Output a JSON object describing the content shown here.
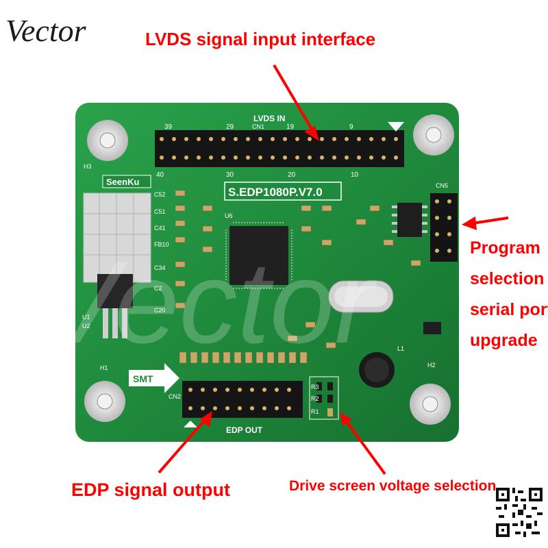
{
  "brand": "Vector",
  "watermark": "Vector",
  "labels": {
    "lvds_input": "LVDS signal input interface",
    "edp_output": "EDP signal output",
    "drive_voltage": "Drive screen voltage selection",
    "program_lines": [
      "Program",
      "selection -",
      "serial port",
      "upgrade"
    ]
  },
  "board": {
    "header_top": "LVDS IN",
    "model": "S.EDP1080P.V7.0",
    "brand_mark": "SeenKu",
    "connector_bottom": "EDP OUT",
    "smt": "SMT",
    "cn5": "CN5",
    "cn2": "CN2",
    "cn1": "CN1",
    "h1": "H1",
    "h2": "H2",
    "h3": "H3",
    "l1": "L1",
    "u1": "U1",
    "u2": "U2",
    "u6": "U6",
    "pin_39": "39",
    "pin_29": "29",
    "pin_19": "19",
    "pin_9": "9",
    "pin_40": "40",
    "pin_30": "30",
    "pin_20": "20",
    "pin_10": "10",
    "c52": "C52",
    "c51": "C51",
    "c41": "C41",
    "fb10": "FB10",
    "c34": "C34",
    "c2": "C2",
    "c20": "C20",
    "r1": "R1",
    "r2": "R2",
    "r3": "R3"
  },
  "colors": {
    "label_red": "#ff0000",
    "pcb_green": "#1f8a3c",
    "pin_black": "#1a1a1a"
  }
}
